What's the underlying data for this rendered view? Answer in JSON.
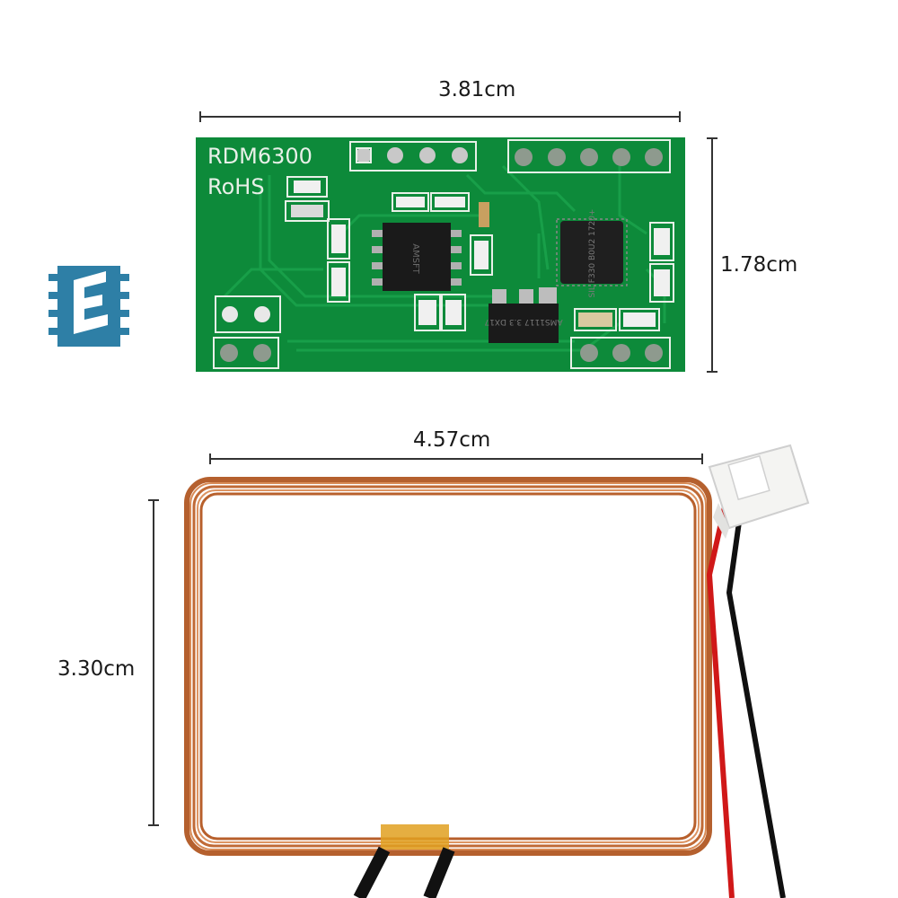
{
  "board": {
    "model_label": "RDM6300",
    "rohs_label": "RoHS",
    "width_label": "3.81cm",
    "height_label": "1.78cm",
    "ic1_text": "AMSFT",
    "ic2_text": "SIL F330 B0U2 1720+",
    "regulator_text": "AMS1117 3.3 DX17"
  },
  "coil": {
    "width_label": "4.57cm",
    "height_label": "3.30cm"
  },
  "colors": {
    "pcb_green": "#0d8a3a",
    "copper": "#c8703c",
    "logo_blue": "#2e7fa6"
  },
  "icons": {
    "logo": "e-logo-icon"
  }
}
